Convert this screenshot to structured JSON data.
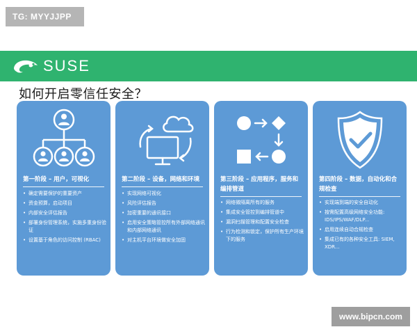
{
  "tag": "TG: MYYJJPP",
  "brand": {
    "name": "SUSE",
    "color": "#2fb36f"
  },
  "heading": "如何开启零信任安全？",
  "accent_color": "#5d9ad6",
  "cards": [
    {
      "icon": "org-users-icon",
      "title": "第一阶段 – 用户，可视化",
      "items": [
        "确定需要保护的重要资产",
        "资金预算，启动项目",
        "内部安全评估报告",
        "部署身份管理系统，实施多重身份验证",
        "设置基于角色的访问控制 (RBAC)"
      ]
    },
    {
      "icon": "cloud-monitor-sync-icon",
      "title": "第二阶段 – 设备，网络和环境",
      "items": [
        "实现网络可视化",
        "风险评估报告",
        "加密重要的通讯接口",
        "启用安全策略管控所有外部网络通讯和内部网络通讯",
        "对主机平台环境做安全加固"
      ]
    },
    {
      "icon": "process-flow-icon",
      "title": "第三阶段 – 应用程序，服务和编排管道",
      "items": [
        "网络微隔离所有的服务",
        "集成安全管控到编排管道中",
        "漏洞扫描管理和配置安全检查",
        "行为检测和锁定，保护所有生产环境下的服务"
      ]
    },
    {
      "icon": "shield-check-icon",
      "title": "第四阶段 – 数据，自动化和合规检查",
      "items": [
        "实现端到端的安全自动化",
        "按需配置高级网络安全功能: IDS/IPS/WAF/DLP...",
        "启用连续自动合规检查",
        "集成已有的各种安全工具: SIEM, XDR..."
      ]
    }
  ],
  "watermark": "www.bipcn.com"
}
